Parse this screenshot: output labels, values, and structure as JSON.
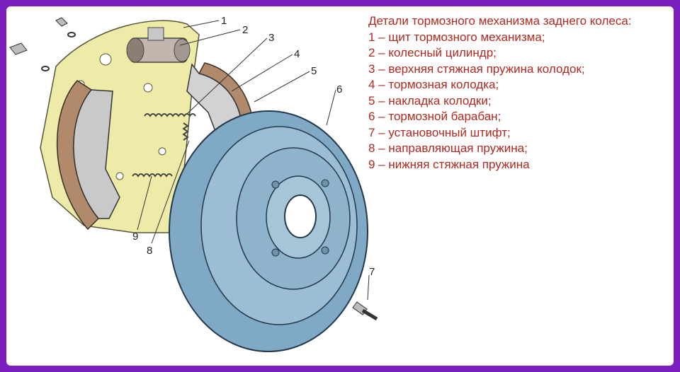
{
  "legend": {
    "title": "Детали тормозного механизма заднего колеса:",
    "items": [
      "1 – щит тормозного механизма;",
      "2 – колесный цилиндр;",
      "3 – верхняя стяжная пружина колодок;",
      "4 – тормозная колодка;",
      "5 – накладка колодки;",
      "6 – тормозной барабан;",
      "7 – установочный штифт;",
      "8 – направляющая пружина;",
      "9 – нижняя стяжная пружина"
    ]
  },
  "callouts": {
    "n1": "1",
    "n2": "2",
    "n3": "3",
    "n4": "4",
    "n5": "5",
    "n6": "6",
    "n7": "7",
    "n8": "8",
    "n9": "9"
  },
  "colors": {
    "frame": "#7a1fc0",
    "legend_text": "#b0281f",
    "backing_plate": "#eeeaa8",
    "drum": "#7fa9c4",
    "lining": "#b08a6a",
    "shoe": "#c9c9c9"
  }
}
